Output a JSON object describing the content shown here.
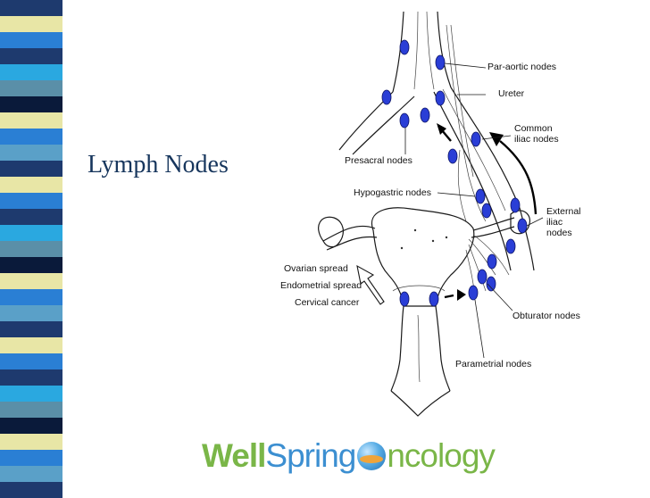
{
  "slide": {
    "title": "Lymph Nodes"
  },
  "side_strip": {
    "colors": [
      "#1e3a6e",
      "#e8e6a6",
      "#2a7fd4",
      "#1e3a6e",
      "#2aa8e0",
      "#5a8fa8",
      "#0a1a3a",
      "#e8e6a6",
      "#2a7fd4",
      "#5aa0c8"
    ]
  },
  "diagram": {
    "labels": {
      "para_aortic": "Par-aortic nodes",
      "ureter": "Ureter",
      "common_iliac_1": "Common",
      "common_iliac_2": "iliac nodes",
      "presacral": "Presacral nodes",
      "hypogastric": "Hypogastric nodes",
      "external_iliac_1": "External",
      "external_iliac_2": "iliac",
      "external_iliac_3": "nodes",
      "ovarian_spread": "Ovarian spread",
      "endometrial_spread": "Endometrial spread",
      "cervical_cancer": "Cervical cancer",
      "obturator": "Obturator nodes",
      "parametrial": "Parametrial nodes"
    },
    "node_color": "#2a3ed6"
  },
  "logo": {
    "part1": "Well",
    "part2": "Spring",
    "part3": "ncology"
  }
}
